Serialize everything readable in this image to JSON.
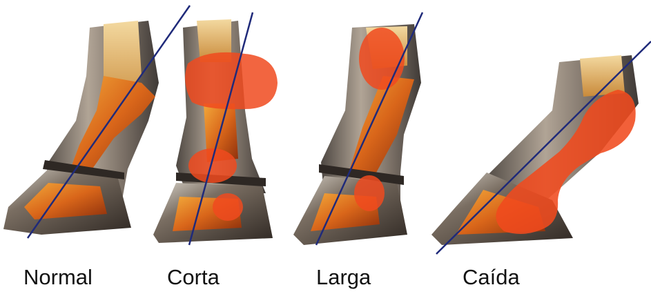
{
  "captions": {
    "normal": "Normal",
    "corta": "Corta",
    "larga": "Larga",
    "caida": "Caída"
  },
  "colors": {
    "highlight": "#f04a1e",
    "axis_line": "#1f2a7a",
    "hoof_wall": "#5a4f44",
    "bone": "#d9781c",
    "tendon": "#e8b35a"
  }
}
